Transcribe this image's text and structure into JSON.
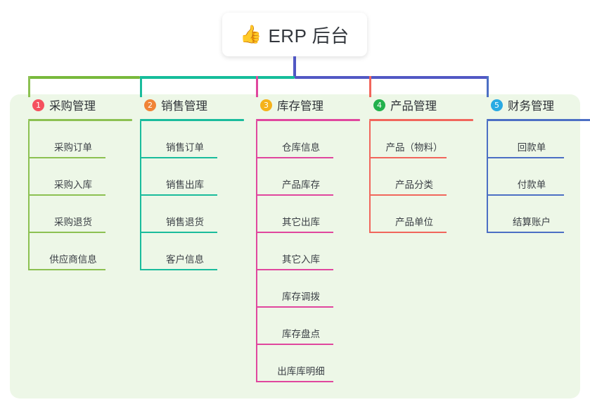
{
  "root": {
    "emoji": "👍",
    "icon_name": "thumbs-up-icon",
    "title": "ERP 后台"
  },
  "connectors": {
    "trunk_color": "#5158c4",
    "bus_segments": [
      {
        "name": "bus-green",
        "color": "#78b93c"
      },
      {
        "name": "bus-teal",
        "color": "#15bd9a"
      },
      {
        "name": "bus-blue",
        "color": "#5158c4"
      }
    ]
  },
  "panel": {
    "background": "#edf7e7"
  },
  "columns": [
    {
      "number": "1",
      "title": "采购管理",
      "badge_color": "#f5515f",
      "accent": "#8cc152",
      "items": [
        "采购订单",
        "采购入库",
        "采购退货",
        "供应商信息"
      ]
    },
    {
      "number": "2",
      "title": "销售管理",
      "badge_color": "#f08437",
      "accent": "#1abc9c",
      "items": [
        "销售订单",
        "销售出库",
        "销售退货",
        "客户信息"
      ]
    },
    {
      "number": "3",
      "title": "库存管理",
      "badge_color": "#f5b21b",
      "accent": "#e0479e",
      "items": [
        "仓库信息",
        "产品库存",
        "其它出库",
        "其它入库",
        "库存调拨",
        "库存盘点",
        "出库库明细"
      ]
    },
    {
      "number": "4",
      "title": "产品管理",
      "badge_color": "#22b14c",
      "accent": "#f1665c",
      "items": [
        "产品（物料）",
        "产品分类",
        "产品单位"
      ]
    },
    {
      "number": "5",
      "title": "财务管理",
      "badge_color": "#29aae3",
      "accent": "#4c6fc4",
      "items": [
        "回款单",
        "付款单",
        "结算账户"
      ]
    }
  ]
}
